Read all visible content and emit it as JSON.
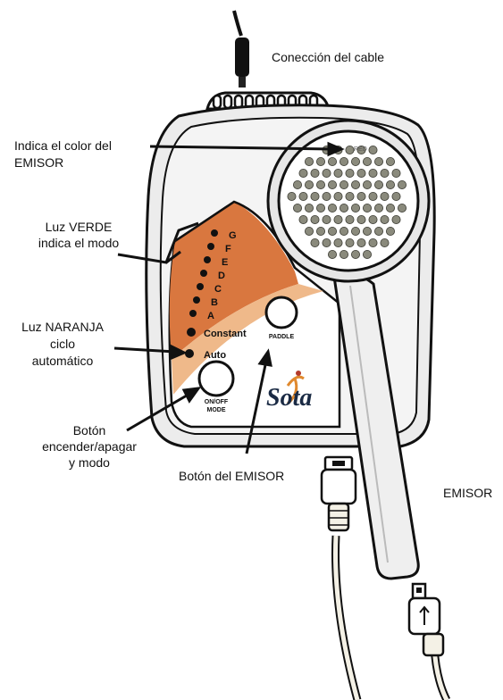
{
  "callouts": {
    "cable": "Conección del cable",
    "emitter_color_line1": "Indica el color del",
    "emitter_color_line2": "EMISOR",
    "green_light_line1": "Luz VERDE",
    "green_light_line2": "indica el modo",
    "orange_light_line1": "Luz NARANJA",
    "orange_light_line2": "ciclo",
    "orange_light_line3": "automático",
    "power_button_line1": "Botón",
    "power_button_line2": "encender/apagar",
    "power_button_line3": "y modo",
    "paddle_button": "Botón del EMISOR",
    "emitter": "EMISOR"
  },
  "device": {
    "modes": [
      "G",
      "F",
      "E",
      "D",
      "C",
      "B",
      "A"
    ],
    "constant_label": "Constant",
    "auto_label": "Auto",
    "paddle_label": "PADDLE",
    "onoff_line1": "ON/OFF",
    "onoff_line2": "MODE",
    "emitter_color_tag": "RED",
    "brand": "Sota"
  },
  "colors": {
    "orange_panel": "#d9773f",
    "peach_band": "#efb98a",
    "device_body": "#ececec",
    "led": "#111111"
  }
}
